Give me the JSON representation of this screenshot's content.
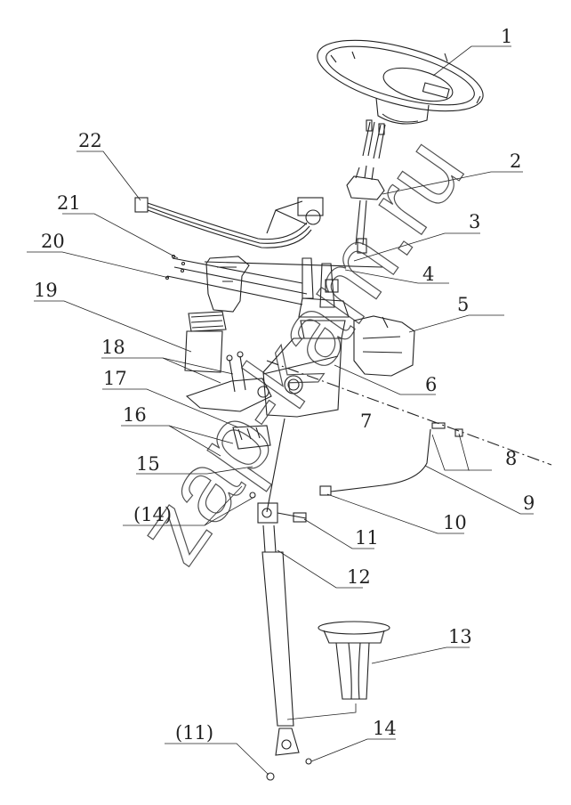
{
  "diagram": {
    "type": "exploded-parts-view",
    "subject": "steering column assembly",
    "watermark": "zap-kam.ru",
    "callouts": [
      {
        "id": "c1",
        "text": "1"
      },
      {
        "id": "c2",
        "text": "2"
      },
      {
        "id": "c3",
        "text": "3"
      },
      {
        "id": "c4",
        "text": "4"
      },
      {
        "id": "c5",
        "text": "5"
      },
      {
        "id": "c6",
        "text": "6"
      },
      {
        "id": "c7",
        "text": "7"
      },
      {
        "id": "c8",
        "text": "8"
      },
      {
        "id": "c9",
        "text": "9"
      },
      {
        "id": "c10",
        "text": "10"
      },
      {
        "id": "c11",
        "text": "11"
      },
      {
        "id": "c12",
        "text": "12"
      },
      {
        "id": "c13",
        "text": "13"
      },
      {
        "id": "c14",
        "text": "14"
      },
      {
        "id": "c15",
        "text": "15"
      },
      {
        "id": "c16",
        "text": "16"
      },
      {
        "id": "c17",
        "text": "17"
      },
      {
        "id": "c18",
        "text": "18"
      },
      {
        "id": "c19",
        "text": "19"
      },
      {
        "id": "c20",
        "text": "20"
      },
      {
        "id": "c21",
        "text": "21"
      },
      {
        "id": "c22",
        "text": "22"
      },
      {
        "id": "c14b",
        "text": "(14)"
      },
      {
        "id": "c11b",
        "text": "(11)"
      }
    ],
    "parts": [
      "steering-wheel",
      "clock-spring",
      "screw",
      "washer",
      "column-cover",
      "column-housing",
      "cable-connector",
      "nut",
      "cable",
      "elbow-fitting",
      "bolt",
      "intermediate-shaft",
      "boot-seal",
      "nut-lower",
      "bolt-set",
      "washer-set",
      "bracket",
      "bolt-pair",
      "combination-switch",
      "screw-set",
      "wiper-switch",
      "wire-harness"
    ]
  }
}
